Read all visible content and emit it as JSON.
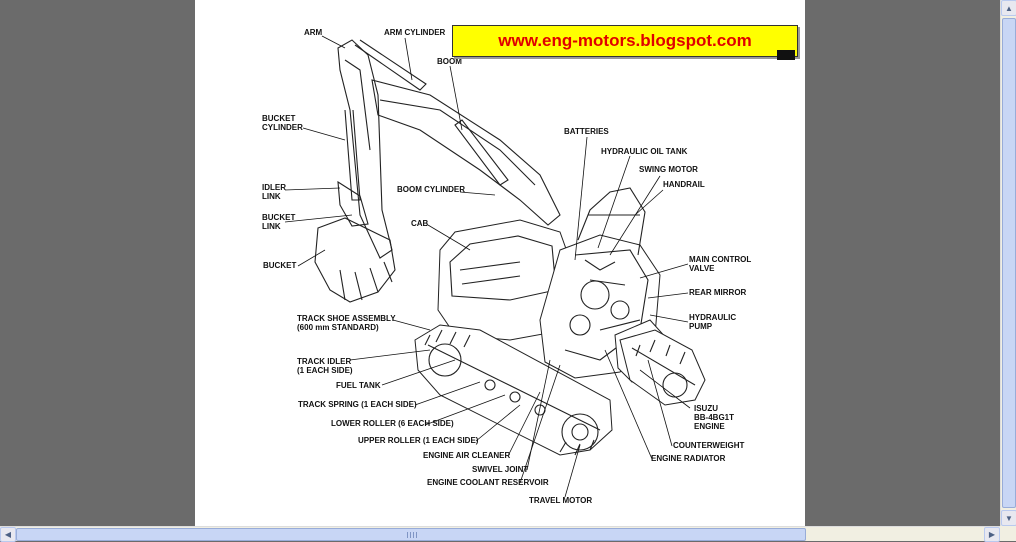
{
  "watermark": {
    "text": "www.eng-motors.blogspot.com"
  },
  "labels": {
    "arm": "ARM",
    "arm_cylinder": "ARM CYLINDER",
    "boom": "BOOM",
    "bucket_cylinder_1": "BUCKET",
    "bucket_cylinder_2": "CYLINDER",
    "idler_link_1": "IDLER",
    "idler_link_2": "LINK",
    "bucket_link_1": "BUCKET",
    "bucket_link_2": "LINK",
    "bucket": "BUCKET",
    "batteries": "BATTERIES",
    "hydraulic_oil_tank": "HYDRAULIC OIL TANK",
    "swing_motor": "SWING MOTOR",
    "handrail": "HANDRAIL",
    "boom_cylinder": "BOOM CYLINDER",
    "cab": "CAB",
    "main_control_valve_1": "MAIN CONTROL",
    "main_control_valve_2": "VALVE",
    "rear_mirror": "REAR MIRROR",
    "hydraulic_pump_1": "HYDRAULIC",
    "hydraulic_pump_2": "PUMP",
    "track_shoe_1": "TRACK SHOE ASSEMBLY",
    "track_shoe_2": "(600 mm STANDARD)",
    "track_idler_1": "TRACK IDLER",
    "track_idler_2": "(1 EACH SIDE)",
    "fuel_tank": "FUEL TANK",
    "track_spring": "TRACK SPRING (1 EACH SIDE)",
    "lower_roller": "LOWER ROLLER (6 EACH SIDE)",
    "upper_roller": "UPPER ROLLER (1 EACH SIDE)",
    "engine_air_cleaner": "ENGINE AIR CLEANER",
    "swivel_joint": "SWIVEL JOINT",
    "engine_coolant_reservoir": "ENGINE COOLANT RESERVOIR",
    "travel_motor": "TRAVEL MOTOR",
    "engine_1": "ISUZU",
    "engine_2": "BB-4BG1T",
    "engine_3": "ENGINE",
    "counterweight": "COUNTERWEIGHT",
    "engine_radiator": "ENGINE RADIATOR"
  },
  "icons": {
    "scroll_up": "arrow-up-icon",
    "scroll_down": "arrow-down-icon",
    "scroll_left": "arrow-left-icon",
    "scroll_right": "arrow-right-icon"
  },
  "colors": {
    "background": "#6b6b6b",
    "watermark_bg": "#ffff00",
    "watermark_text": "#e00000",
    "scrollbar_thumb": "#c8d6f5"
  }
}
